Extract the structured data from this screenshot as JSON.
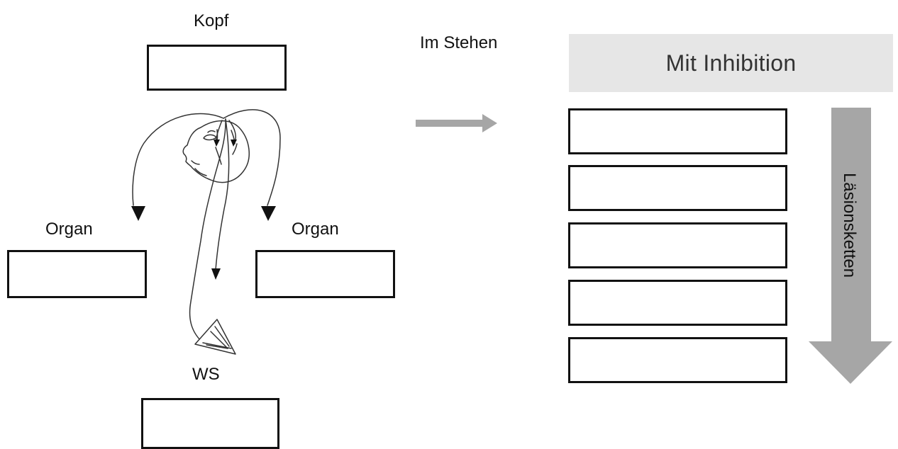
{
  "labels": {
    "kopf": "Kopf",
    "organ_left": "Organ",
    "organ_right": "Organ",
    "ws": "WS",
    "im_stehen": "Im Stehen",
    "mit_inhibition": "Mit Inhibition",
    "laesionsketten": "Läsionsketten"
  },
  "icons": {
    "head_sketch": "head-sketch-icon",
    "right_arrow": "right-arrow-icon",
    "down_arrow": "down-arrow-icon"
  },
  "colors": {
    "line": "#111111",
    "header_bg": "#e6e6e6",
    "arrow_gray": "#a6a6a6",
    "text": "#111111"
  }
}
